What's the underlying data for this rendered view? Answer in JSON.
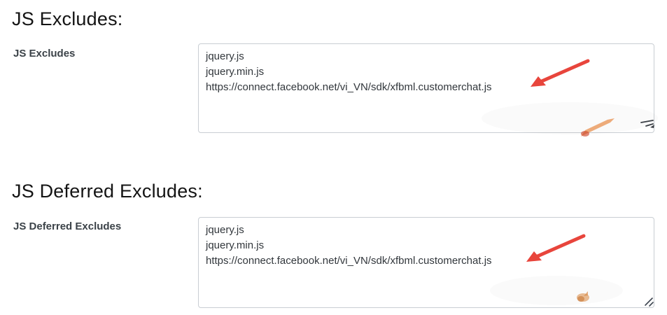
{
  "sections": [
    {
      "heading": "JS Excludes:",
      "field_label": "JS Excludes",
      "textarea_value": "jquery.js\njquery.min.js\nhttps://connect.facebook.net/vi_VN/sdk/xfbml.customerchat.js"
    },
    {
      "heading": "JS Deferred Excludes:",
      "field_label": "JS Deferred Excludes",
      "textarea_value": "jquery.js\njquery.min.js\nhttps://connect.facebook.net/vi_VN/sdk/xfbml.customerchat.js"
    }
  ],
  "colors": {
    "annotation_arrow_red": "#e8453c",
    "heading_text": "#141414",
    "label_text": "#3b4248",
    "field_text": "#32373c",
    "field_border": "#c9ced3",
    "smudge_orange": "#e8904f"
  },
  "icons": {
    "annotation_arrow": "red-arrow-pointing-down-left",
    "resize_grip": "textarea-resize-grip",
    "smudge": "faded-orange-arrow-artifact"
  }
}
